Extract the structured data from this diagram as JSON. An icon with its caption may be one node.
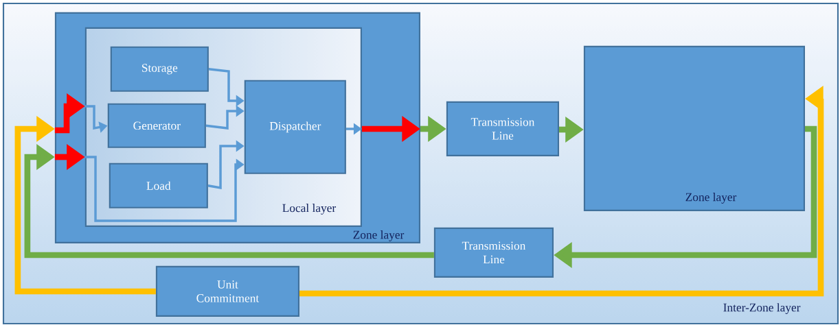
{
  "diagram": {
    "nodes": [
      {
        "text": [
          "Inter-Zone layer"
        ]
      },
      {
        "text": [
          "Zone layer"
        ],
        "in": 0
      },
      {
        "text": [
          "Local layer"
        ],
        "in": 1
      },
      {
        "text": [
          "Storage"
        ],
        "in": 2
      },
      {
        "text": [
          "Generator"
        ],
        "in": 2
      },
      {
        "text": [
          "Load"
        ],
        "in": 2
      },
      {
        "text": [
          "Dispatcher"
        ],
        "in": 2
      },
      {
        "text": [
          "Transmission Line"
        ],
        "in": 0
      },
      {
        "text": [
          "Zone layer"
        ],
        "in": 0
      },
      {
        "text": [
          "Transmission Line"
        ],
        "in": 0
      },
      {
        "text": [
          "Unit Commitment"
        ],
        "in": 0
      }
    ],
    "edges": [
      {
        "from": 3,
        "to": 6,
        "arrow": "to",
        "color": "#5b9bd5"
      },
      {
        "from": 4,
        "to": 6,
        "arrow": "to",
        "color": "#5b9bd5"
      },
      {
        "from": 5,
        "to": 6,
        "arrow": "to",
        "color": "#5b9bd5"
      },
      {
        "from": 2,
        "to": 4,
        "arrow": "to",
        "color": "#5b9bd5"
      },
      {
        "from": 2,
        "to": 6,
        "arrow": "to",
        "color": "#5b9bd5"
      },
      {
        "from": 6,
        "to": 2,
        "arrow": "to",
        "color": "#5b9bd5"
      },
      {
        "from": 1,
        "to": 2,
        "arrow": "to",
        "color": "#ff0000"
      },
      {
        "from": 1,
        "to": 2,
        "arrow": "to",
        "color": "#ff0000"
      },
      {
        "from": 2,
        "to": 1,
        "arrow": "to",
        "color": "#ff0000"
      },
      {
        "from": 1,
        "to": 7,
        "arrow": "to",
        "color": "#70ad47"
      },
      {
        "from": 7,
        "to": 8,
        "arrow": "to",
        "color": "#70ad47"
      },
      {
        "from": 8,
        "to": 9,
        "arrow": "to",
        "color": "#70ad47"
      },
      {
        "from": 9,
        "to": 1,
        "arrow": "to",
        "color": "#70ad47"
      },
      {
        "from": 10,
        "to": 1,
        "arrow": "to",
        "color": "#ffc000"
      },
      {
        "from": 10,
        "to": 8,
        "arrow": "to",
        "color": "#ffc000"
      }
    ]
  }
}
